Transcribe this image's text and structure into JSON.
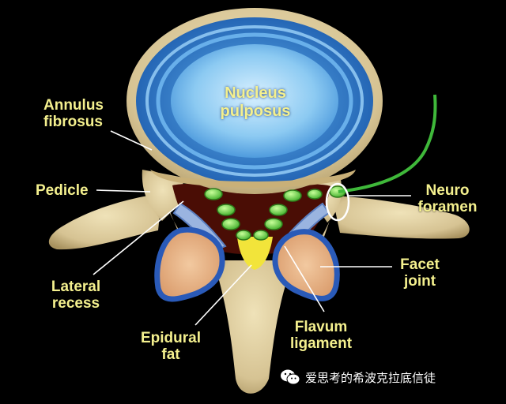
{
  "diagram": {
    "labels": {
      "nucleus": [
        "Nucleus",
        "pulposus"
      ],
      "annulus": [
        "Annulus",
        "fibrosus"
      ],
      "pedicle": "Pedicle",
      "lateral_recess": [
        "Lateral",
        "recess"
      ],
      "epidural_fat": [
        "Epidural",
        "fat"
      ],
      "flavum": [
        "Flavum",
        "ligament"
      ],
      "facet": [
        "Facet",
        "joint"
      ],
      "neuro": [
        "Neuro",
        "foramen"
      ]
    }
  },
  "watermark": {
    "text": "爱思考的希波克拉底信徒",
    "icon": "wechat-icon"
  },
  "colors": {
    "label_text": "#f4f08e",
    "bone": "#d8c79a",
    "disc_outer": "#2e7fd0",
    "disc_inner": "#9fd0f4",
    "nerve": "#6fd84a",
    "spinal_canal": "#4a0d05",
    "background": "#000000"
  }
}
